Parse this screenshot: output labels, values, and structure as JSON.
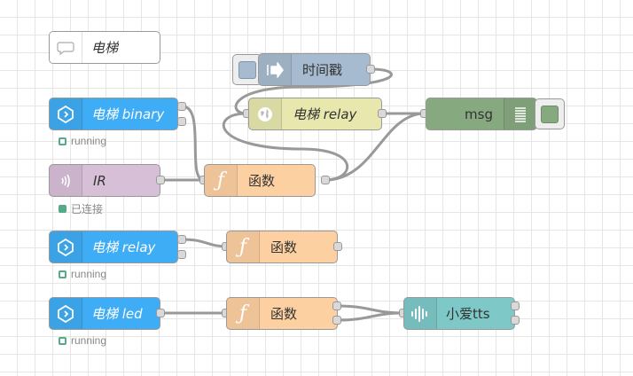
{
  "nodes": {
    "comment": "电梯",
    "binary": "电梯 binary",
    "binary_status": "running",
    "ir": "IR",
    "ir_status": "已连接",
    "timestamp": "时间戳",
    "http_relay": "电梯 relay",
    "debug": "msg",
    "func1": "函数",
    "relay": "电梯 relay",
    "relay_status": "running",
    "func2": "函数",
    "led": "电梯 led",
    "led_status": "running",
    "func3": "函数",
    "tts": "小爱tts"
  },
  "colors": {
    "canvas_grid": "#e6e6e6",
    "wire": "#999999",
    "status_green": "#55aa88",
    "debug_button_fill": "#87a980",
    "inject_button_fill": "#a6bbcf"
  },
  "icons": {
    "comment": "speech-bubble-icon",
    "binary": "homekit-icon",
    "ir": "ir-signal-icon",
    "timestamp": "arrow-right-icon",
    "http": "globe-icon",
    "debug": "list-icon",
    "function": "function-icon",
    "tts": "sound-wave-icon"
  }
}
